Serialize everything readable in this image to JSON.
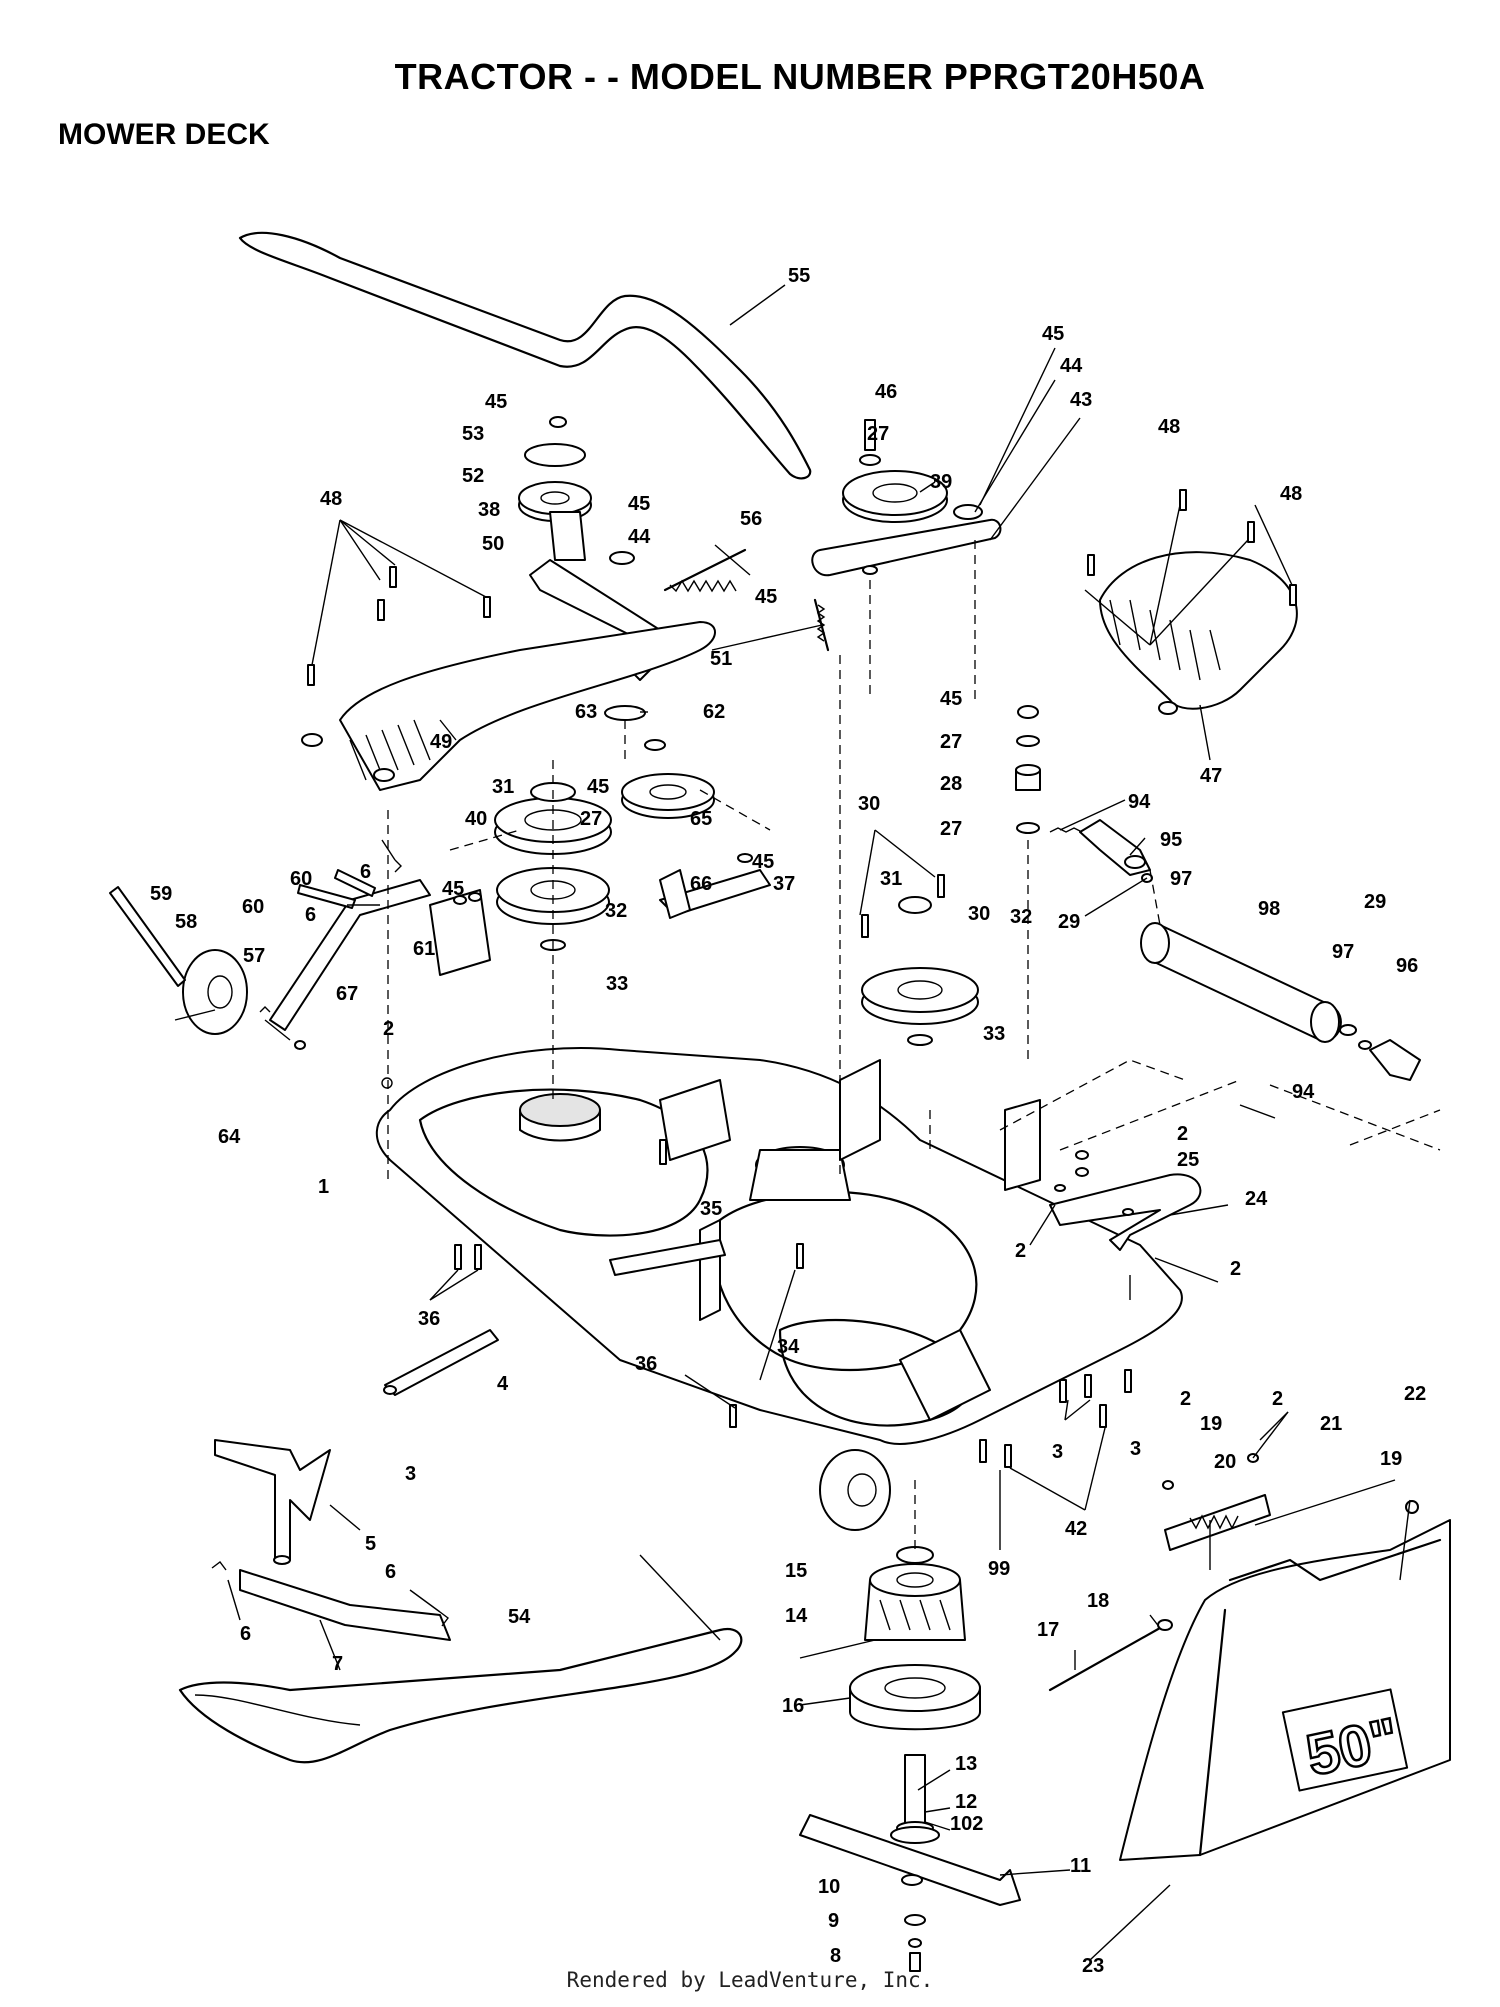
{
  "header": {
    "title": "TRACTOR - - MODEL NUMBER PPRGT20H50A",
    "section": "MOWER DECK"
  },
  "footer": {
    "credit": "Rendered by LeadVenture, Inc."
  },
  "diagram": {
    "deck_size_label": "50\"",
    "callouts": [
      "55",
      "45",
      "44",
      "43",
      "46",
      "27",
      "39",
      "45",
      "53",
      "52",
      "38",
      "50",
      "45",
      "44",
      "56",
      "45",
      "51",
      "63",
      "62",
      "48",
      "48",
      "48",
      "49",
      "47",
      "45",
      "27",
      "28",
      "27",
      "94",
      "95",
      "29",
      "97",
      "98",
      "97",
      "29",
      "96",
      "31",
      "45",
      "27",
      "65",
      "40",
      "30",
      "31",
      "30",
      "32",
      "66",
      "37",
      "45",
      "59",
      "60",
      "6",
      "60",
      "6",
      "45",
      "61",
      "58",
      "57",
      "32",
      "33",
      "33",
      "2",
      "67",
      "64",
      "1",
      "35",
      "94",
      "2",
      "25",
      "24",
      "2",
      "2",
      "36",
      "4",
      "34",
      "36",
      "3",
      "3",
      "3",
      "42",
      "2",
      "19",
      "2",
      "21",
      "19",
      "22",
      "20",
      "5",
      "99",
      "15",
      "14",
      "6",
      "6",
      "7",
      "54",
      "18",
      "17",
      "16",
      "13",
      "12",
      "102",
      "11",
      "10",
      "9",
      "8",
      "23"
    ]
  }
}
